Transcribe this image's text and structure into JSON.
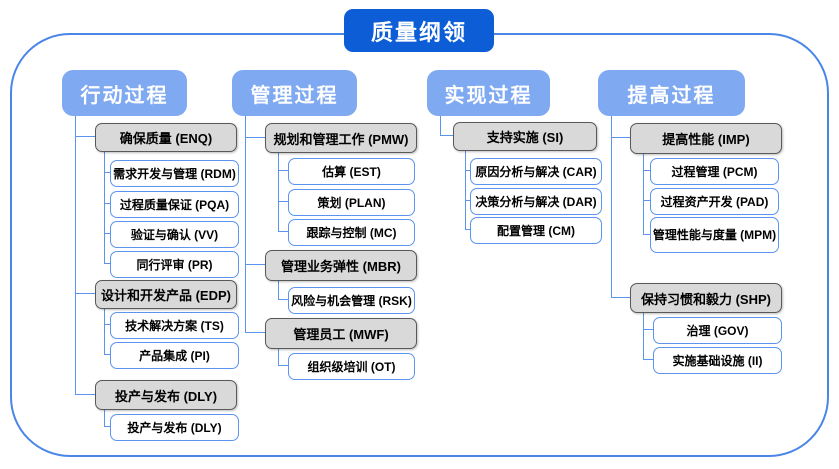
{
  "title": "质量纲领",
  "colors": {
    "title_bg": "#0d5ed6",
    "header_bg": "#7fa9f1",
    "gray_box_bg": "#d9d9d9",
    "gray_box_border": "#595959",
    "white_box_border": "#5b94ee",
    "connector": "#5b94ee",
    "frame_border": "#4a86e8"
  },
  "columns": [
    {
      "header": "行动过程",
      "groups": [
        {
          "label": "确保质量 (ENQ)",
          "children": [
            "需求开发与管理 (RDM)",
            "过程质量保证 (PQA)",
            "验证与确认 (VV)",
            "同行评审 (PR)"
          ]
        },
        {
          "label": "设计和开发产品 (EDP)",
          "children": [
            "技术解决方案 (TS)",
            "产品集成 (PI)"
          ]
        },
        {
          "label": "投产与发布 (DLY)",
          "children": [
            "投产与发布 (DLY)"
          ]
        }
      ]
    },
    {
      "header": "管理过程",
      "groups": [
        {
          "label": "规划和管理工作 (PMW)",
          "children": [
            "估算 (EST)",
            "策划 (PLAN)",
            "跟踪与控制 (MC)"
          ]
        },
        {
          "label": "管理业务弹性 (MBR)",
          "children": [
            "风险与机会管理 (RSK)"
          ]
        },
        {
          "label": "管理员工 (MWF)",
          "children": [
            "组织级培训 (OT)"
          ]
        }
      ]
    },
    {
      "header": "实现过程",
      "groups": [
        {
          "label": "支持实施 (SI)",
          "children": [
            "原因分析与解决 (CAR)",
            "决策分析与解决 (DAR)",
            "配置管理 (CM)"
          ]
        }
      ]
    },
    {
      "header": "提高过程",
      "groups": [
        {
          "label": "提高性能 (IMP)",
          "children": [
            "过程管理 (PCM)",
            "过程资产开发 (PAD)",
            "管理性能与度量 (MPM)"
          ]
        },
        {
          "label": "保持习惯和毅力 (SHP)",
          "children": [
            "治理 (GOV)",
            "实施基础设施 (II)"
          ]
        }
      ]
    }
  ]
}
